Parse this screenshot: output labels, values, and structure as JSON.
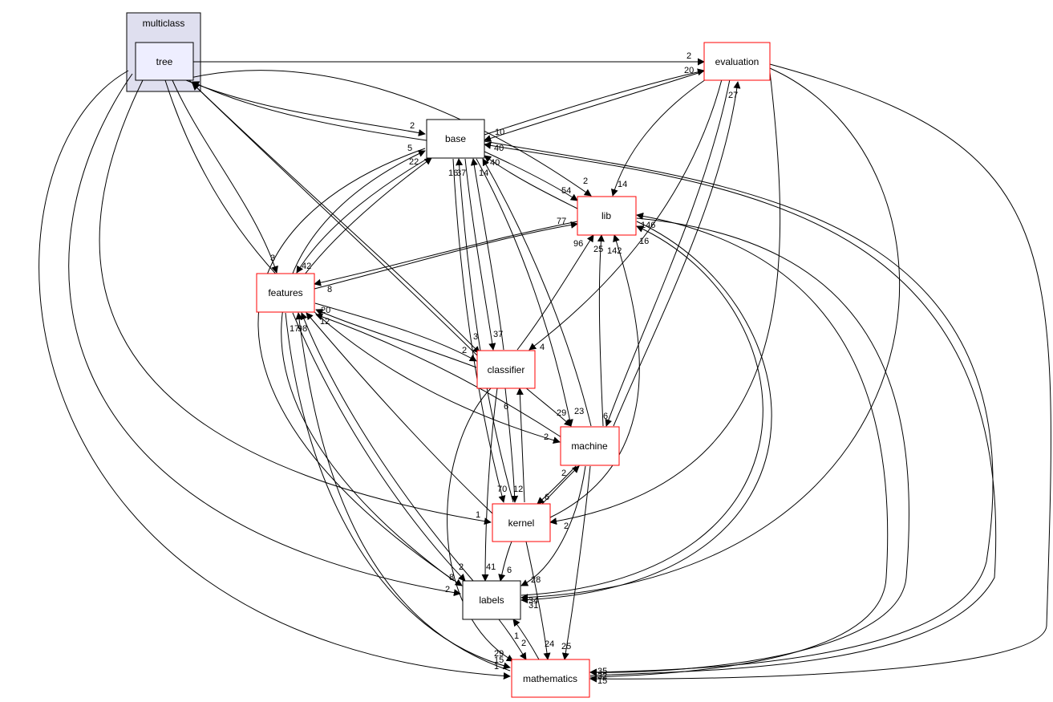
{
  "cluster": {
    "label": "multiclass"
  },
  "nodes": {
    "tree": {
      "label": "tree",
      "style": "current"
    },
    "evaluation": {
      "label": "evaluation",
      "style": "red"
    },
    "base": {
      "label": "base",
      "style": "black"
    },
    "lib": {
      "label": "lib",
      "style": "red"
    },
    "features": {
      "label": "features",
      "style": "red"
    },
    "classifier": {
      "label": "classifier",
      "style": "red"
    },
    "machine": {
      "label": "machine",
      "style": "red"
    },
    "kernel": {
      "label": "kernel",
      "style": "red"
    },
    "labels": {
      "label": "labels",
      "style": "black"
    },
    "mathematics": {
      "label": "mathematics",
      "style": "red"
    }
  },
  "edge_labels": [
    "2",
    "20",
    "27",
    "2",
    "10",
    "40",
    "5",
    "22",
    "16",
    "37",
    "14",
    "40",
    "2",
    "54",
    "14",
    "77",
    "96",
    "25",
    "142",
    "146",
    "16",
    "3",
    "42",
    "8",
    "20",
    "12",
    "17",
    "98",
    "3",
    "37",
    "2",
    "4",
    "6",
    "29",
    "23",
    "6",
    "2",
    "2",
    "70",
    "12",
    "6",
    "2",
    "1",
    "41",
    "6",
    "2",
    "8",
    "2",
    "28",
    "31",
    "34",
    "1",
    "2",
    "24",
    "25",
    "29",
    "15",
    "1",
    "35",
    "32",
    "15"
  ],
  "colors": {
    "red": "#ff0000",
    "black": "#000000",
    "cluster_fill": "#dfdfef",
    "current_fill": "#eeeeff"
  }
}
